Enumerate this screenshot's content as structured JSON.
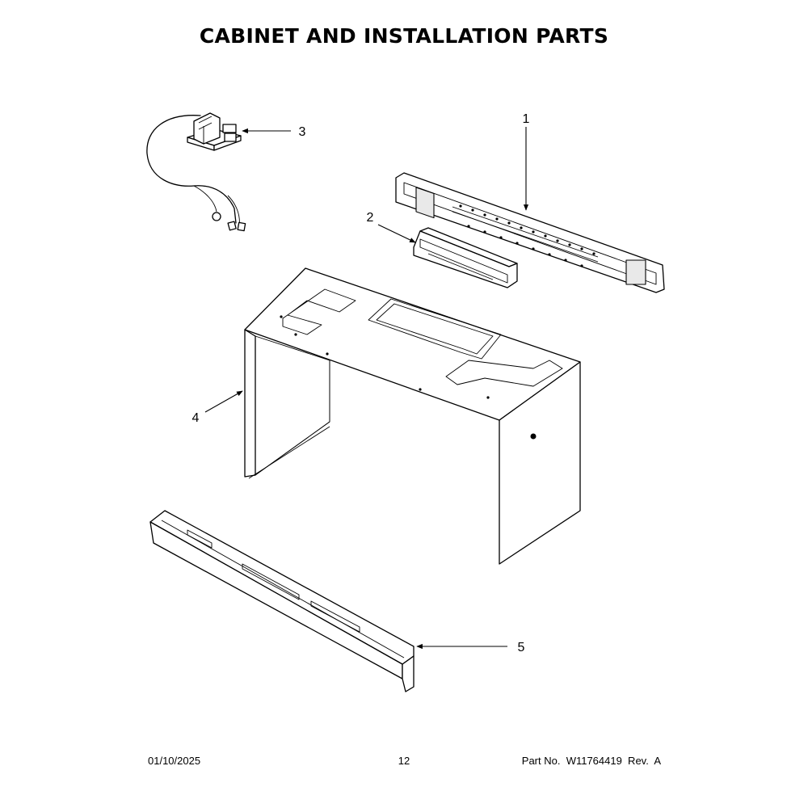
{
  "title": "CABINET AND INSTALLATION PARTS",
  "callouts": [
    {
      "id": "1",
      "label": "1"
    },
    {
      "id": "2",
      "label": "2"
    },
    {
      "id": "3",
      "label": "3"
    },
    {
      "id": "4",
      "label": "4"
    },
    {
      "id": "5",
      "label": "5"
    }
  ],
  "footer": {
    "date": "01/10/2025",
    "page": "12",
    "part_number": "Part No.  W11764419  Rev.  A"
  }
}
